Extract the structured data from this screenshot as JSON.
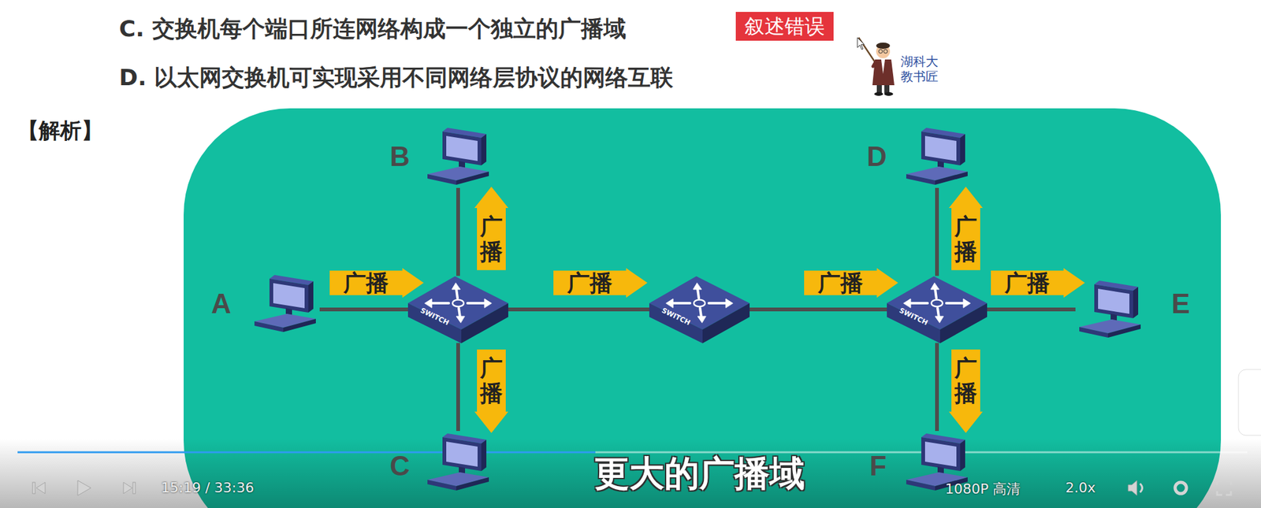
{
  "diagram": {
    "nodes": [
      {
        "text": [
          "叙述错误"
        ]
      },
      {
        "text": [
          "B"
        ]
      },
      {
        "text": [
          "D"
        ]
      },
      {
        "text": [
          "广播"
        ]
      },
      {
        "text": [
          "广播"
        ]
      },
      {
        "text": [
          "A"
        ]
      },
      {
        "text": [
          "广播"
        ]
      },
      {
        "text": [
          "SWITCH"
        ]
      },
      {
        "text": [
          "广播"
        ]
      },
      {
        "text": [
          "SWITCH"
        ]
      },
      {
        "text": [
          "广播"
        ]
      },
      {
        "text": [
          "SWITCH"
        ]
      },
      {
        "text": [
          "广播"
        ]
      },
      {
        "text": [
          "E"
        ]
      },
      {
        "text": [
          "广播"
        ]
      },
      {
        "text": [
          "广播"
        ]
      },
      {
        "text": [
          "C"
        ]
      },
      {
        "text": [
          "F"
        ]
      }
    ],
    "edges": [
      {
        "from": 5,
        "to": 7,
        "arrow": "none"
      },
      {
        "from": 1,
        "to": 7,
        "arrow": "none"
      },
      {
        "from": 16,
        "to": 7,
        "arrow": "none"
      },
      {
        "from": 7,
        "to": 9,
        "arrow": "none"
      },
      {
        "from": 9,
        "to": 11,
        "arrow": "none"
      },
      {
        "from": 2,
        "to": 11,
        "arrow": "none"
      },
      {
        "from": 13,
        "to": 11,
        "arrow": "none"
      },
      {
        "from": 17,
        "to": 11,
        "arrow": "none"
      }
    ],
    "labels": [
      "C. 交换机每个端口所连网络构成一个独立的广播域",
      "D. 以太网交换机可实现采用不同网络层协议的网络互联",
      "湖科大 教书匠",
      "【解析】",
      "更大的广播域",
      "15:19 / 33:36",
      "1080P 高清",
      "2.0x"
    ]
  }
}
